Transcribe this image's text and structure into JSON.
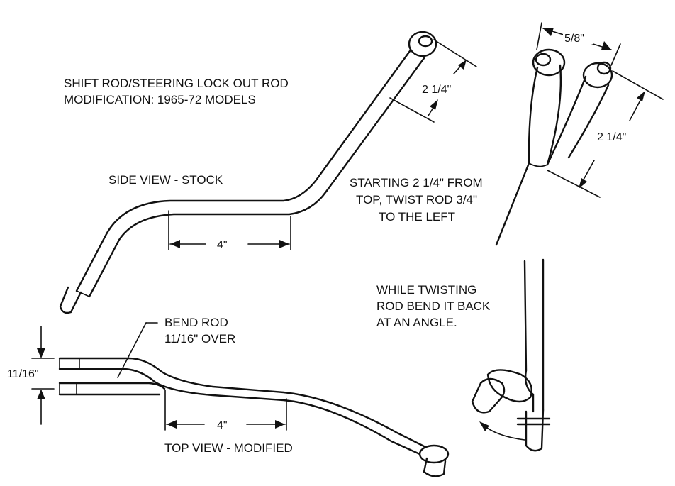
{
  "title": {
    "line1": "SHIFT ROD/STEERING LOCK OUT ROD",
    "line2": "MODIFICATION:  1965-72 MODELS"
  },
  "side_view": {
    "label": "SIDE VIEW - STOCK",
    "dim_length": "4\"",
    "dim_top": "2 1/4\""
  },
  "top_view": {
    "label": "TOP VIEW - MODIFIED",
    "dim_length": "4\"",
    "dim_offset": "11/16\"",
    "bend_note_line1": "BEND ROD",
    "bend_note_line2": "11/16\" OVER"
  },
  "twist_view": {
    "dim_spacing": "5/8\"",
    "dim_length": "2 1/4\"",
    "note_line1": "STARTING 2 1/4\" FROM",
    "note_line2": "TOP, TWIST ROD 3/4\"",
    "note_line3": "TO THE LEFT"
  },
  "bend_back_view": {
    "note_line1": "WHILE TWISTING",
    "note_line2": "ROD BEND IT BACK",
    "note_line3": "AT AN ANGLE."
  }
}
